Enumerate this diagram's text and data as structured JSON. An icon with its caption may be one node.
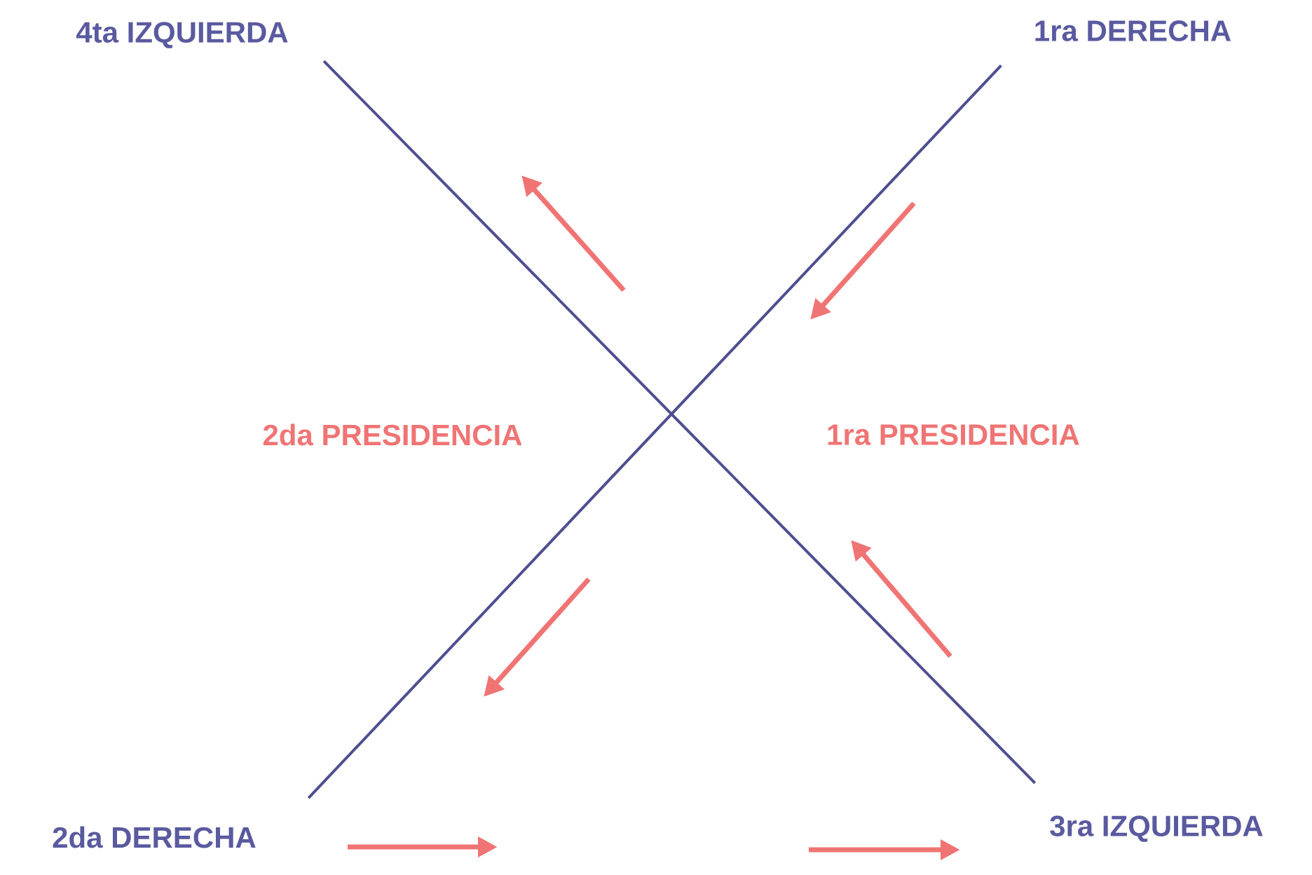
{
  "diagram": {
    "nodes": [
      {
        "text": [
          "4ta  IZQUIERDA"
        ]
      },
      {
        "text": [
          "1ra DERECHA"
        ]
      },
      {
        "text": [
          "2da  DERECHA"
        ]
      },
      {
        "text": [
          "3ra  IZQUIERDA"
        ]
      }
    ],
    "edges": [
      {
        "from": 0,
        "to": 3,
        "arrow": "none"
      },
      {
        "from": 1,
        "to": 2,
        "arrow": "none"
      }
    ],
    "labels": [
      "2da PRESIDENCIA",
      "1ra PRESIDENCIA"
    ]
  }
}
